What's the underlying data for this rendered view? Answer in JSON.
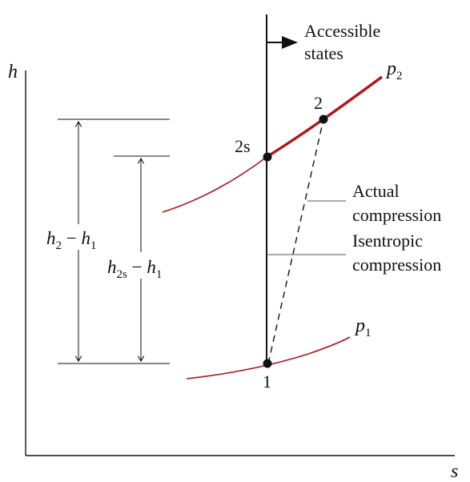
{
  "diagram": {
    "axes": {
      "y_label": "h",
      "x_label": "s"
    },
    "arrow_label_line1": "Accessible",
    "arrow_label_line2": "states",
    "curves": {
      "p2": {
        "name": "p",
        "sub": "2",
        "color": "#b0131c"
      },
      "p1": {
        "name": "p",
        "sub": "1",
        "color": "#b0131c"
      }
    },
    "states": {
      "state_1": "1",
      "state_2": "2",
      "state_2s": "2s"
    },
    "labels": {
      "actual_line1": "Actual",
      "actual_line2": "compression",
      "isentropic_line1": "Isentropic",
      "isentropic_line2": "compression"
    },
    "dimensions": {
      "actual": {
        "a": "h",
        "a_sub": "2",
        "minus": " − ",
        "b": "h",
        "b_sub": "1"
      },
      "isentropic": {
        "a": "h",
        "a_sub": "2s",
        "minus": " − ",
        "b": "h",
        "b_sub": "1"
      }
    },
    "colors": {
      "process_line": "#111111",
      "curve": "#b0131c"
    }
  }
}
